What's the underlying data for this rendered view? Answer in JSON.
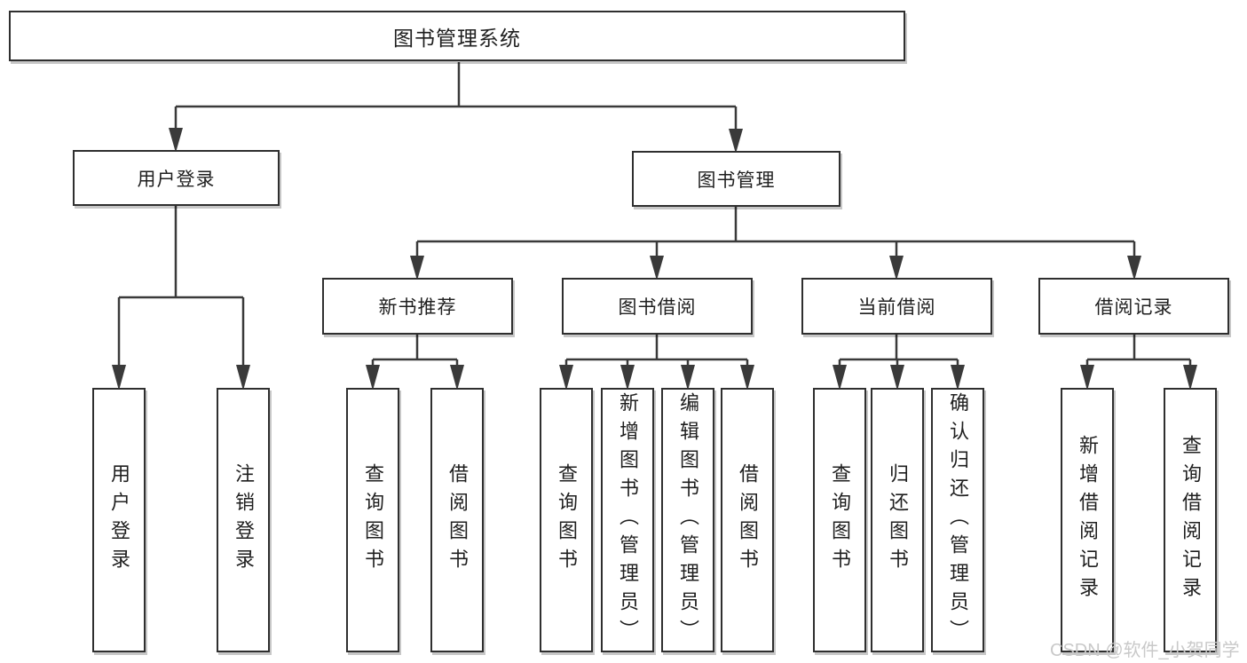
{
  "diagram_title": "图书管理系统",
  "colors": {
    "line": "#3a3a3a",
    "box_border": "#2f2f2f",
    "box_fill": "#ffffff",
    "text": "#1f1f1f",
    "watermark": "#c9c9c9"
  },
  "watermark": "CSDN @软件_小贺同学",
  "tree": {
    "root": "图书管理系统",
    "children": [
      {
        "label": "用户登录",
        "children": [
          "用户登录",
          "注销登录"
        ]
      },
      {
        "label": "图书管理",
        "children": [
          {
            "label": "新书推荐",
            "children": [
              "查询图书",
              "借阅图书"
            ]
          },
          {
            "label": "图书借阅",
            "children": [
              "查询图书",
              "新增图书（管理员）",
              "编辑图书（管理员）",
              "借阅图书"
            ]
          },
          {
            "label": "当前借阅",
            "children": [
              "查询图书",
              "归还图书",
              "确认归还（管理员）"
            ]
          },
          {
            "label": "借阅记录",
            "children": [
              "新增借阅记录",
              "查询借阅记录"
            ]
          }
        ]
      }
    ]
  }
}
